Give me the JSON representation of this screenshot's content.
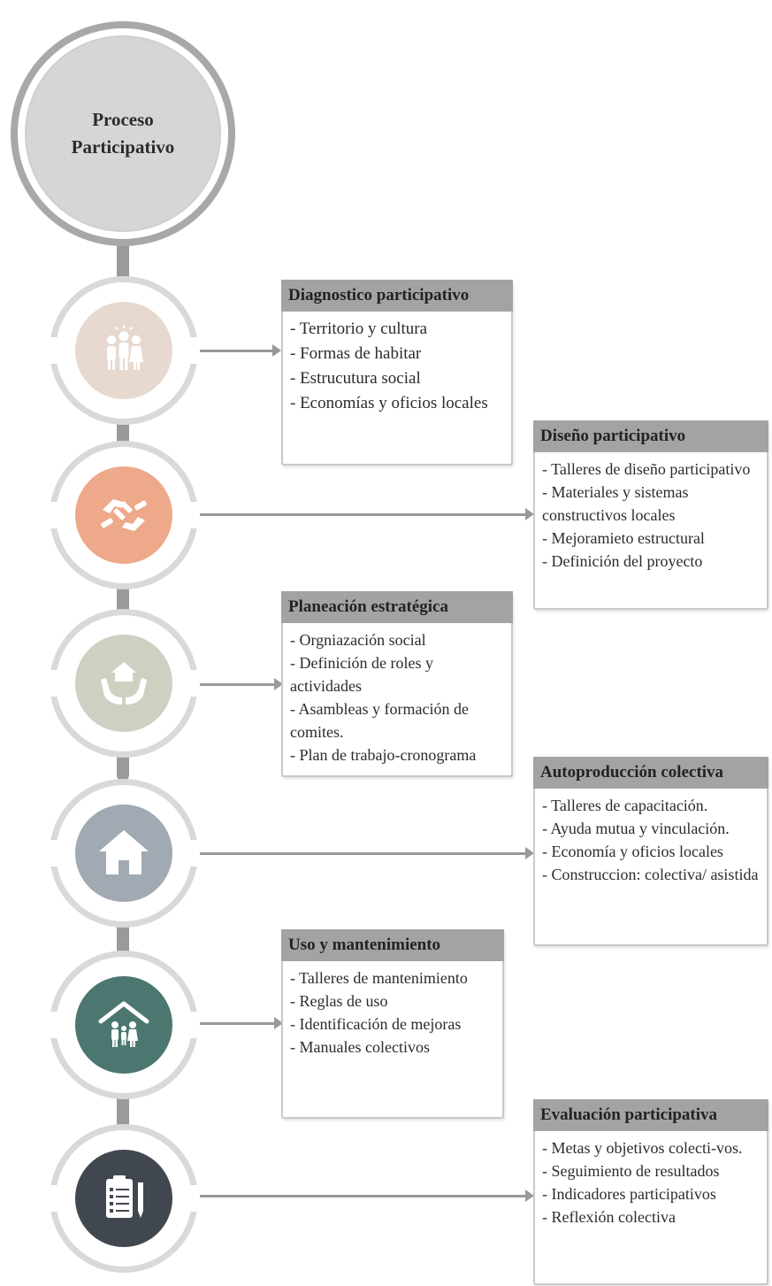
{
  "title_lines": [
    "Proceso",
    "Participativo"
  ],
  "colors": {
    "spine": "#9a9a9a",
    "header": "#a3a3a3",
    "step1": "#e7d9cf",
    "step2": "#eda98a",
    "step3": "#cdd1c2",
    "step4": "#a1aab3",
    "step5": "#4b7770",
    "step6": "#40474f"
  },
  "steps": [
    {
      "icon": "people-group-icon",
      "title": "Diagnostico participativo",
      "items": [
        "- Territorio y cultura",
        "- Formas de habitar",
        "- Estrucutura social",
        "- Economías y oficios locales"
      ]
    },
    {
      "icon": "handshake-icon",
      "title": "Diseño participativo",
      "items": [
        "- Talleres de diseño participativo",
        "- Materiales y sistemas constructivos locales",
        "- Mejoramieto estructural",
        "- Definición del proyecto"
      ]
    },
    {
      "icon": "hands-house-icon",
      "title": "Planeación estratégica",
      "items": [
        "- Orgniazación social",
        "- Definición de roles y actividades",
        "- Asambleas y formación de comites.",
        "- Plan de trabajo-cronograma"
      ]
    },
    {
      "icon": "house-icon",
      "title": "Autoproducción colectiva",
      "items": [
        "- Talleres de capacitación.",
        "- Ayuda mutua y vinculación.",
        "- Economía y oficios locales",
        "- Construccion: colectiva/ asistida"
      ]
    },
    {
      "icon": "roof-family-icon",
      "title": "Uso y mantenimiento",
      "items": [
        "- Talleres de mantenimiento",
        "- Reglas de uso",
        "- Identificación de mejoras",
        "- Manuales colectivos"
      ]
    },
    {
      "icon": "clipboard-pencil-icon",
      "title": "Evaluación participativa",
      "items": [
        "- Metas y objetivos colecti-vos.",
        "- Seguimiento de resultados",
        "- Indicadores participativos",
        "- Reflexión colectiva"
      ]
    }
  ]
}
